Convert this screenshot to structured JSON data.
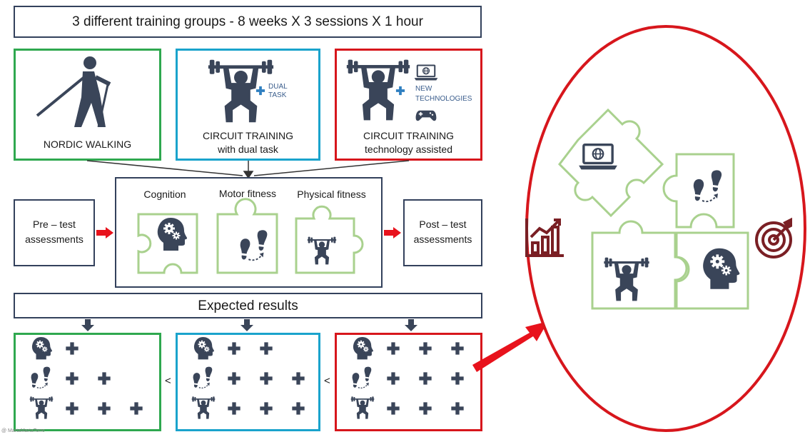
{
  "header": {
    "title": "3 different training groups - 8 weeks X 3 sessions X 1 hour"
  },
  "groups": [
    {
      "line1": "NORDIC WALKING",
      "line2": ""
    },
    {
      "line1": "CIRCUIT TRAINING",
      "line2": "with dual task",
      "tag": [
        "DUAL",
        "TASK"
      ]
    },
    {
      "line1": "CIRCUIT TRAINING",
      "line2": "technology assisted",
      "tag": [
        "NEW",
        "TECHNOLOGIES"
      ]
    }
  ],
  "center": {
    "labels": [
      "Cognition",
      "Motor fitness",
      "Physical fitness"
    ]
  },
  "pre": [
    "Pre – test",
    "assessments"
  ],
  "post": [
    "Post – test",
    "assessments"
  ],
  "expected": {
    "title": "Expected results"
  },
  "results": {
    "comparator": "<",
    "plus_counts": [
      [
        1,
        2,
        3
      ],
      [
        2,
        3,
        3
      ],
      [
        3,
        3,
        3
      ]
    ]
  },
  "credit": "@ MartaMartaTorre",
  "colors": {
    "navy": "#33415c",
    "green": "#2fa84f",
    "blue": "#1aa3cc",
    "red": "#d7161c",
    "puzzle": "#a9d18e",
    "icon": "#3a4559",
    "dark_red": "#7a1f24"
  }
}
